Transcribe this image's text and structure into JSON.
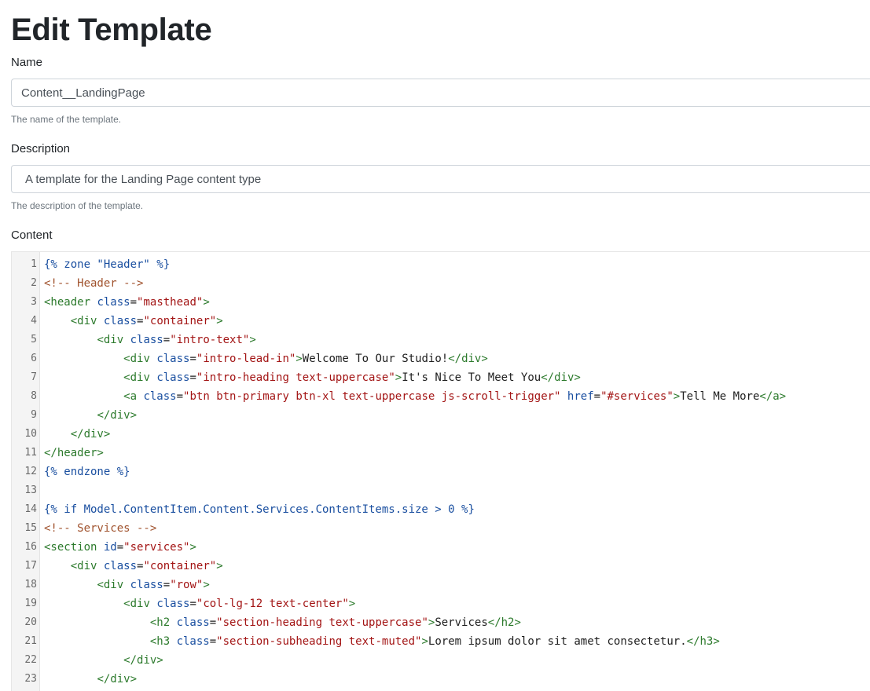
{
  "page": {
    "title": "Edit Template"
  },
  "form": {
    "name": {
      "label": "Name",
      "value": "Content__LandingPage",
      "help": "The name of the template."
    },
    "description": {
      "label": "Description",
      "value": "A template for the Landing Page content type",
      "help": "The description of the template."
    },
    "content": {
      "label": "Content"
    }
  },
  "colors": {
    "liquid": "#1a4fa0",
    "comment": "#a0522d",
    "tag": "#2c7a2c",
    "attr": "#1a4fa0",
    "string": "#a31515",
    "text": "#1e1e1e"
  },
  "editor": {
    "lines": [
      {
        "n": "1",
        "tokens": [
          [
            "liquid",
            "{% zone \"Header\" %}"
          ]
        ]
      },
      {
        "n": "2",
        "tokens": [
          [
            "comment",
            "<!-- Header -->"
          ]
        ]
      },
      {
        "n": "3",
        "tokens": [
          [
            "tag",
            "<header "
          ],
          [
            "attr",
            "class"
          ],
          [
            "plain",
            "="
          ],
          [
            "str",
            "\"masthead\""
          ],
          [
            "tag",
            ">"
          ]
        ]
      },
      {
        "n": "4",
        "tokens": [
          [
            "plain",
            "    "
          ],
          [
            "tag",
            "<div "
          ],
          [
            "attr",
            "class"
          ],
          [
            "plain",
            "="
          ],
          [
            "str",
            "\"container\""
          ],
          [
            "tag",
            ">"
          ]
        ]
      },
      {
        "n": "5",
        "tokens": [
          [
            "plain",
            "        "
          ],
          [
            "tag",
            "<div "
          ],
          [
            "attr",
            "class"
          ],
          [
            "plain",
            "="
          ],
          [
            "str",
            "\"intro-text\""
          ],
          [
            "tag",
            ">"
          ]
        ]
      },
      {
        "n": "6",
        "tokens": [
          [
            "plain",
            "            "
          ],
          [
            "tag",
            "<div "
          ],
          [
            "attr",
            "class"
          ],
          [
            "plain",
            "="
          ],
          [
            "str",
            "\"intro-lead-in\""
          ],
          [
            "tag",
            ">"
          ],
          [
            "plain",
            "Welcome To Our Studio!"
          ],
          [
            "tag",
            "</div>"
          ]
        ]
      },
      {
        "n": "7",
        "tokens": [
          [
            "plain",
            "            "
          ],
          [
            "tag",
            "<div "
          ],
          [
            "attr",
            "class"
          ],
          [
            "plain",
            "="
          ],
          [
            "str",
            "\"intro-heading text-uppercase\""
          ],
          [
            "tag",
            ">"
          ],
          [
            "plain",
            "It's Nice To Meet You"
          ],
          [
            "tag",
            "</div>"
          ]
        ]
      },
      {
        "n": "8",
        "tokens": [
          [
            "plain",
            "            "
          ],
          [
            "tag",
            "<a "
          ],
          [
            "attr",
            "class"
          ],
          [
            "plain",
            "="
          ],
          [
            "str",
            "\"btn btn-primary btn-xl text-uppercase js-scroll-trigger\""
          ],
          [
            "plain",
            " "
          ],
          [
            "attr",
            "href"
          ],
          [
            "plain",
            "="
          ],
          [
            "str",
            "\"#services\""
          ],
          [
            "tag",
            ">"
          ],
          [
            "plain",
            "Tell Me More"
          ],
          [
            "tag",
            "</a>"
          ]
        ]
      },
      {
        "n": "9",
        "tokens": [
          [
            "plain",
            "        "
          ],
          [
            "tag",
            "</div>"
          ]
        ]
      },
      {
        "n": "10",
        "tokens": [
          [
            "plain",
            "    "
          ],
          [
            "tag",
            "</div>"
          ]
        ]
      },
      {
        "n": "11",
        "tokens": [
          [
            "tag",
            "</header>"
          ]
        ]
      },
      {
        "n": "12",
        "tokens": [
          [
            "liquid",
            "{% endzone %}"
          ]
        ]
      },
      {
        "n": "13",
        "tokens": []
      },
      {
        "n": "14",
        "tokens": [
          [
            "liquid",
            "{% if Model.ContentItem.Content.Services.ContentItems.size > 0 %}"
          ]
        ]
      },
      {
        "n": "15",
        "tokens": [
          [
            "comment",
            "<!-- Services -->"
          ]
        ]
      },
      {
        "n": "16",
        "tokens": [
          [
            "tag",
            "<section "
          ],
          [
            "attr",
            "id"
          ],
          [
            "plain",
            "="
          ],
          [
            "str",
            "\"services\""
          ],
          [
            "tag",
            ">"
          ]
        ]
      },
      {
        "n": "17",
        "tokens": [
          [
            "plain",
            "    "
          ],
          [
            "tag",
            "<div "
          ],
          [
            "attr",
            "class"
          ],
          [
            "plain",
            "="
          ],
          [
            "str",
            "\"container\""
          ],
          [
            "tag",
            ">"
          ]
        ]
      },
      {
        "n": "18",
        "tokens": [
          [
            "plain",
            "        "
          ],
          [
            "tag",
            "<div "
          ],
          [
            "attr",
            "class"
          ],
          [
            "plain",
            "="
          ],
          [
            "str",
            "\"row\""
          ],
          [
            "tag",
            ">"
          ]
        ]
      },
      {
        "n": "19",
        "tokens": [
          [
            "plain",
            "            "
          ],
          [
            "tag",
            "<div "
          ],
          [
            "attr",
            "class"
          ],
          [
            "plain",
            "="
          ],
          [
            "str",
            "\"col-lg-12 text-center\""
          ],
          [
            "tag",
            ">"
          ]
        ]
      },
      {
        "n": "20",
        "tokens": [
          [
            "plain",
            "                "
          ],
          [
            "tag",
            "<h2 "
          ],
          [
            "attr",
            "class"
          ],
          [
            "plain",
            "="
          ],
          [
            "str",
            "\"section-heading text-uppercase\""
          ],
          [
            "tag",
            ">"
          ],
          [
            "plain",
            "Services"
          ],
          [
            "tag",
            "</h2>"
          ]
        ]
      },
      {
        "n": "21",
        "tokens": [
          [
            "plain",
            "                "
          ],
          [
            "tag",
            "<h3 "
          ],
          [
            "attr",
            "class"
          ],
          [
            "plain",
            "="
          ],
          [
            "str",
            "\"section-subheading text-muted\""
          ],
          [
            "tag",
            ">"
          ],
          [
            "plain",
            "Lorem ipsum dolor sit amet consectetur."
          ],
          [
            "tag",
            "</h3>"
          ]
        ]
      },
      {
        "n": "22",
        "tokens": [
          [
            "plain",
            "            "
          ],
          [
            "tag",
            "</div>"
          ]
        ]
      },
      {
        "n": "23",
        "tokens": [
          [
            "plain",
            "        "
          ],
          [
            "tag",
            "</div>"
          ]
        ]
      }
    ]
  }
}
